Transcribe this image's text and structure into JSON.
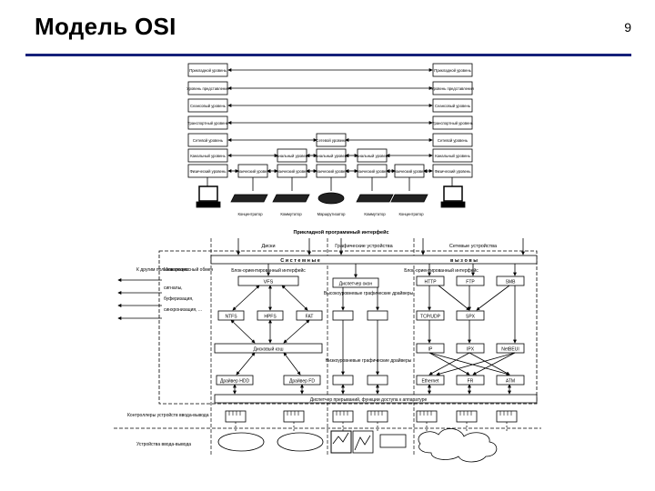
{
  "slide": {
    "title": "Модель OSI",
    "page_number": "9"
  },
  "osi_diagram": {
    "left_layers": [
      "Прикладной уровень",
      "Уровень представления",
      "Сеансовый уровень",
      "Транспортный уровень",
      "Сетевой уровень",
      "Канальный уровень",
      "Физический уровень"
    ],
    "right_layers": [
      "Прикладной уровень",
      "Уровень представления",
      "Сеансовый уровень",
      "Транспортный уровень",
      "Сетевой уровень",
      "Канальный уровень",
      "Физический уровень"
    ],
    "middle": {
      "net": "Сетевой уровень",
      "link": "Канальный уровень",
      "phys": "Физический уровень"
    },
    "devices": [
      "Концентратор",
      "Коммутатор",
      "Маршрутизатор",
      "Коммутатор",
      "Концентратор"
    ]
  },
  "os_diagram": {
    "api": "Прикладной программный интерфейс",
    "sections": [
      "Диски",
      "Графические устройства",
      "Сетевые устройства"
    ],
    "syscalls_left": "С и с т е м н ы е",
    "syscalls_right": "в ы з о в ы",
    "left_side": {
      "other_users": "К другим пользователям",
      "ipc": "Межпроцессный обмен",
      "signals": "сигналы,",
      "buffers": "буферизация,",
      "sync": "синхронизация, ..."
    },
    "fs_header": "Блок-ориентированный интерфейс",
    "vfs": "VFS",
    "fs": [
      "NTFS",
      "HPFS",
      "FAT"
    ],
    "cache": "Дисковый кэш",
    "disk_drivers": [
      "Драйвер HDD",
      "Драйвер FD"
    ],
    "window_manager": "Диспетчер окон",
    "hl_graphics": "Высокоуровневые графические драйверы",
    "ll_graphics": "Низкоуровневые графические драйверы",
    "net_header": "Блок-ориентированный интерфейс",
    "net_top": [
      "HTTP",
      "FTP",
      "SMB"
    ],
    "net_transport": [
      "TCP/UDP",
      "SPX"
    ],
    "net_network": [
      "IP",
      "IPX",
      "NetBEUI"
    ],
    "net_link": [
      "Ethernet",
      "FR",
      "ATM"
    ],
    "irq": "Диспетчер прерываний, функции доступа к аппаратуре",
    "controllers": "Контроллеры устройств ввода-вывода",
    "devices": "Устройства ввода-вывода"
  }
}
